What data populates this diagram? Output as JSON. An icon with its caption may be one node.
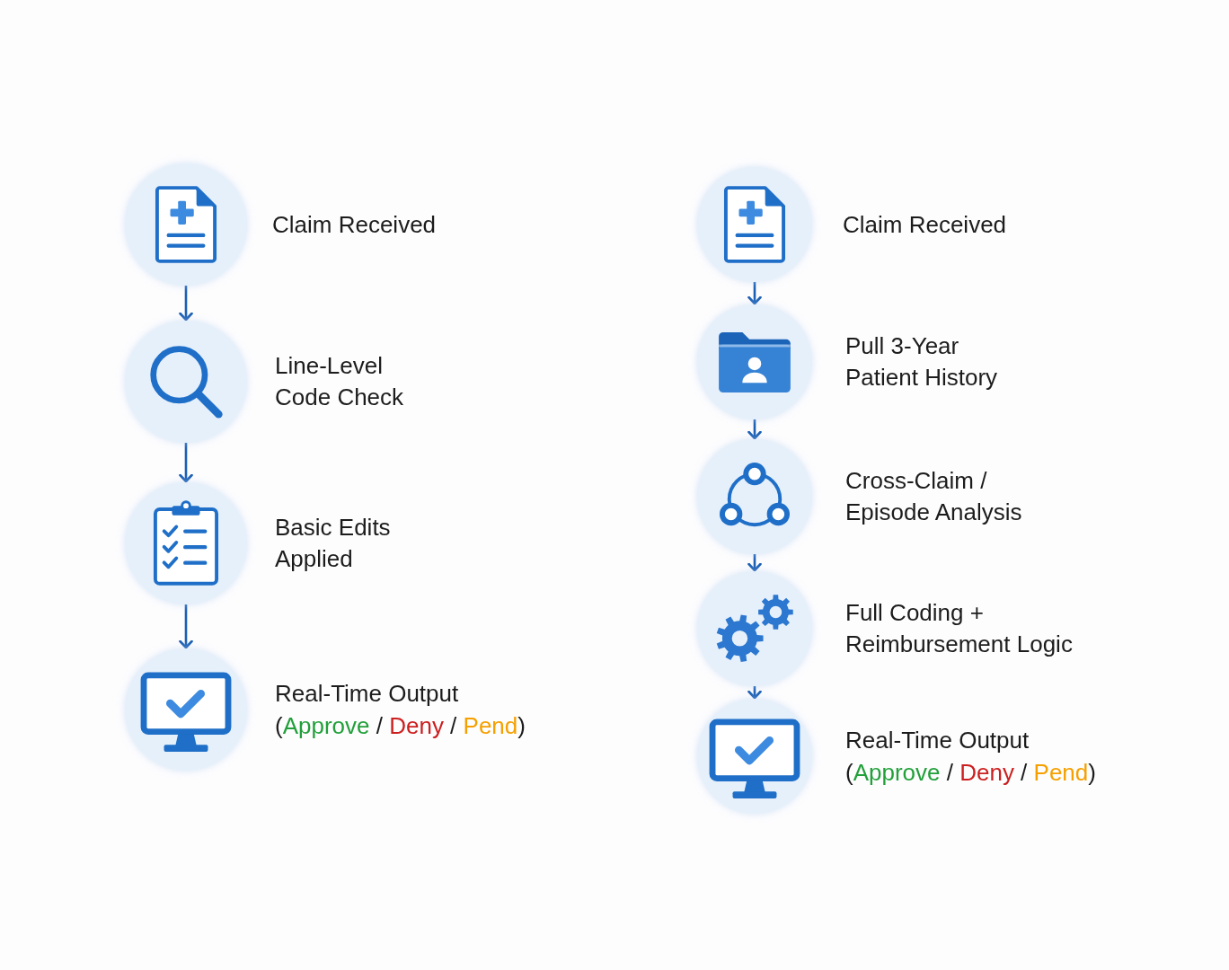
{
  "diagram": {
    "nodes": [
      {
        "text": [],
        "shape": "circle",
        "beside": [
          "Claim Received"
        ]
      },
      {
        "text": [],
        "shape": "circle",
        "beside": [
          "Line-Level Code Check"
        ]
      },
      {
        "text": [],
        "shape": "circle",
        "beside": [
          "Basic Edits Applied"
        ]
      },
      {
        "text": [],
        "shape": "circle",
        "beside": [
          "Real-Time Output",
          "(Approve / Deny / Pend)"
        ]
      },
      {
        "text": [],
        "shape": "circle",
        "beside": [
          "Claim Received"
        ]
      },
      {
        "text": [],
        "shape": "circle",
        "beside": [
          "Pull 3-Year Patient History"
        ]
      },
      {
        "text": [],
        "shape": "circle",
        "beside": [
          "Cross-Claim / Episode Analysis"
        ]
      },
      {
        "text": [],
        "shape": "circle",
        "beside": [
          "Full Coding + Reimbursement Logic"
        ]
      },
      {
        "text": [],
        "shape": "circle",
        "beside": [
          "Real-Time Output",
          "(Approve / Deny / Pend)"
        ]
      }
    ],
    "edges": [
      {
        "from": 0,
        "to": 1,
        "arrow": "to"
      },
      {
        "from": 1,
        "to": 2,
        "arrow": "to"
      },
      {
        "from": 2,
        "to": 3,
        "arrow": "to"
      },
      {
        "from": 4,
        "to": 5,
        "arrow": "to"
      },
      {
        "from": 5,
        "to": 6,
        "arrow": "to"
      },
      {
        "from": 6,
        "to": 7,
        "arrow": "to"
      },
      {
        "from": 7,
        "to": 8,
        "arrow": "to"
      }
    ]
  }
}
